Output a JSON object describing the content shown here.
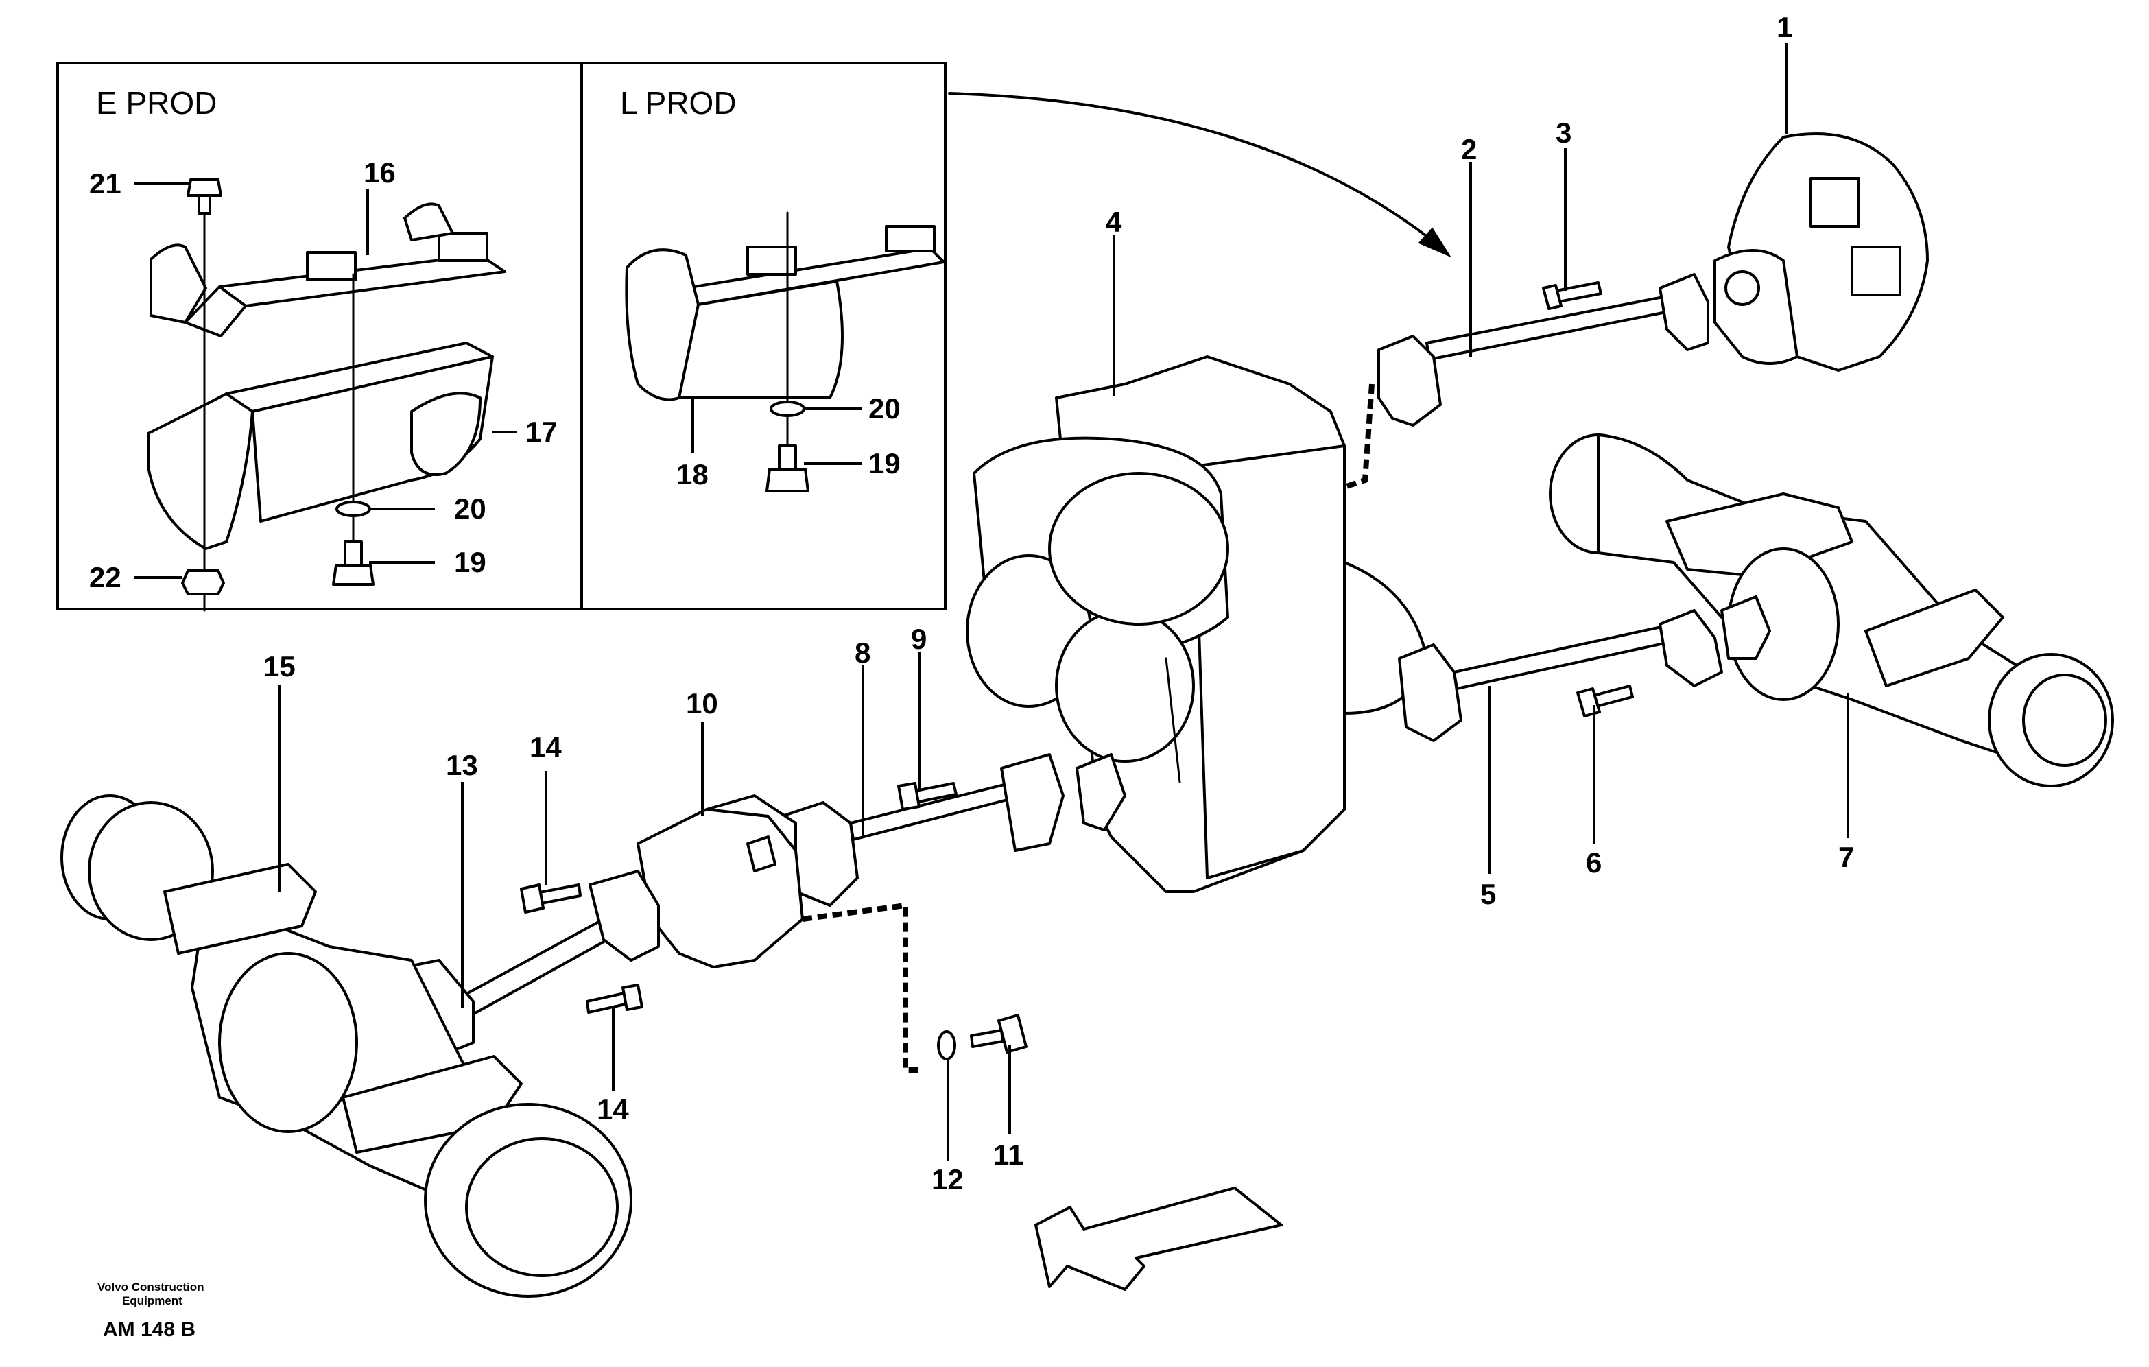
{
  "insets": {
    "left_title": "E PROD",
    "right_title": "L PROD"
  },
  "callouts": {
    "c1": "1",
    "c2": "2",
    "c3": "3",
    "c4": "4",
    "c5": "5",
    "c6": "6",
    "c7": "7",
    "c8": "8",
    "c9": "9",
    "c10": "10",
    "c11": "11",
    "c12": "12",
    "c13": "13",
    "c14a": "14",
    "c14b": "14",
    "c15": "15",
    "c16": "16",
    "c17": "17",
    "c18": "18",
    "c19a": "19",
    "c19b": "19",
    "c20a": "20",
    "c20b": "20",
    "c21": "21",
    "c22": "22"
  },
  "footer": {
    "brand_line1": "Volvo Construction",
    "brand_line2": "Equipment",
    "drawing_code": "AM 148 B"
  }
}
